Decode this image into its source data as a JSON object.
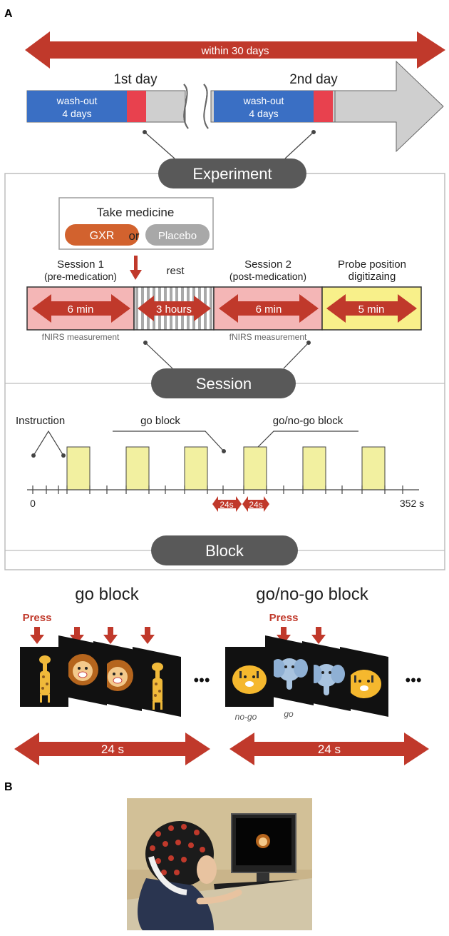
{
  "panel_a": {
    "label": "A",
    "span": "within 30 days",
    "day1": "1st day",
    "day2": "2nd day",
    "washout_line1": "wash-out",
    "washout_line2": "4 days",
    "experiment": "Experiment",
    "take_medicine": "Take medicine",
    "gxr": "GXR",
    "or": "or",
    "placebo": "Placebo",
    "session1_line1": "Session 1",
    "session1_line2": "(pre-medication)",
    "rest": "rest",
    "session2_line1": "Session 2",
    "session2_line2": "(post-medication)",
    "probe_line1": "Probe position",
    "probe_line2": "digitizaing",
    "dur_session1": "6 min",
    "dur_rest": "3 hours",
    "dur_session2": "6 min",
    "dur_probe": "5 min",
    "fnirs": "fNIRS measurement",
    "session": "Session",
    "instruction": "Instruction",
    "go_block": "go block",
    "gonogo_block": "go/no-go block",
    "axis_start": "0",
    "axis_end": "352 s",
    "interval1": "24s",
    "interval2": "24s",
    "block": "Block",
    "press": "Press",
    "nogo_caption": "no-go",
    "go_caption": "go",
    "dur_go_block": "24 s",
    "dur_gonogo_block": "24 s",
    "ellipsis": "•••"
  },
  "panel_b": {
    "label": "B"
  },
  "colors": {
    "red": "#c0392b",
    "blue": "#3a6fc4",
    "pink_marker": "#e8414e",
    "gray_bar": "#cfcfcf",
    "session_pink": "#f4b6b6",
    "probe_yellow": "#f8f08a",
    "block_yellow": "#f2f0a0",
    "label_gray": "#555555",
    "gxr_orange": "#d2622e",
    "placebo_gray": "#a8a8a8"
  }
}
